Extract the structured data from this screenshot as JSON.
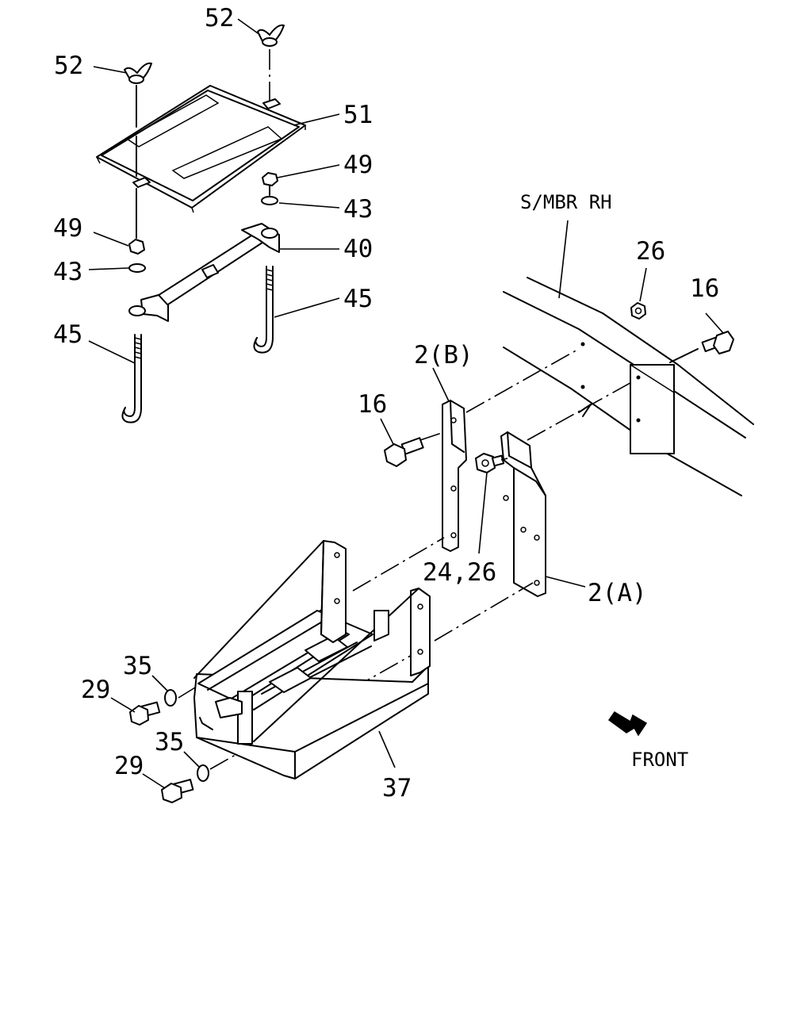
{
  "labels": {
    "wing_nut_top": "52",
    "wing_nut_left": "52",
    "cover": "51",
    "nut_right": "49",
    "washer_right": "43",
    "nut_left": "49",
    "washer_left": "43",
    "hold_down_bar": "40",
    "hook_bolt_right": "45",
    "hook_bolt_left": "45",
    "side_member": "S/MBR RH",
    "frame_nut": "26",
    "frame_bolt": "16",
    "bracket_b": "2(B)",
    "bracket_bolt": "16",
    "nuts_24_26": "24,26",
    "bracket_a": "2(A)",
    "washer_upper": "35",
    "bolt_upper": "29",
    "washer_lower": "35",
    "bolt_lower": "29",
    "battery_tray": "37",
    "front_indicator": "FRONT"
  }
}
